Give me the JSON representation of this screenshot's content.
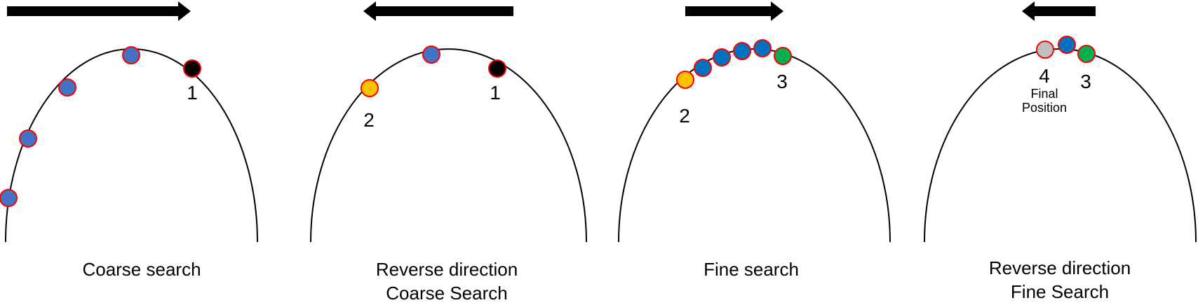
{
  "colors": {
    "blue": "#4472C4",
    "blue_fine": "#0070C0",
    "black": "#000000",
    "yellow": "#FFC000",
    "green": "#00B050",
    "gray": "#BFBFBF",
    "outline": "#FF0000"
  },
  "panels": [
    {
      "name": "coarse-search",
      "caption_lines": [
        "Coarse search"
      ],
      "arrow_direction": "right",
      "points": [
        {
          "color": "blue"
        },
        {
          "color": "blue"
        },
        {
          "color": "blue"
        },
        {
          "color": "blue"
        },
        {
          "color": "black",
          "label": "1"
        }
      ]
    },
    {
      "name": "reverse-coarse",
      "caption_lines": [
        "Reverse direction",
        "Coarse Search"
      ],
      "arrow_direction": "left",
      "points": [
        {
          "color": "yellow",
          "label": "2"
        },
        {
          "color": "blue"
        },
        {
          "color": "black",
          "label": "1"
        }
      ]
    },
    {
      "name": "fine-search",
      "caption_lines": [
        "Fine search"
      ],
      "arrow_direction": "right",
      "points": [
        {
          "color": "yellow",
          "label": "2"
        },
        {
          "color": "blue_fine"
        },
        {
          "color": "blue_fine"
        },
        {
          "color": "blue_fine"
        },
        {
          "color": "blue_fine"
        },
        {
          "color": "green",
          "label": "3"
        }
      ]
    },
    {
      "name": "reverse-fine",
      "caption_lines": [
        "Reverse direction",
        "Fine Search"
      ],
      "arrow_direction": "left",
      "points": [
        {
          "color": "gray",
          "label": "4",
          "sublabel": [
            "Final",
            "Position"
          ]
        },
        {
          "color": "blue_fine"
        },
        {
          "color": "green",
          "label": "3"
        }
      ]
    }
  ]
}
